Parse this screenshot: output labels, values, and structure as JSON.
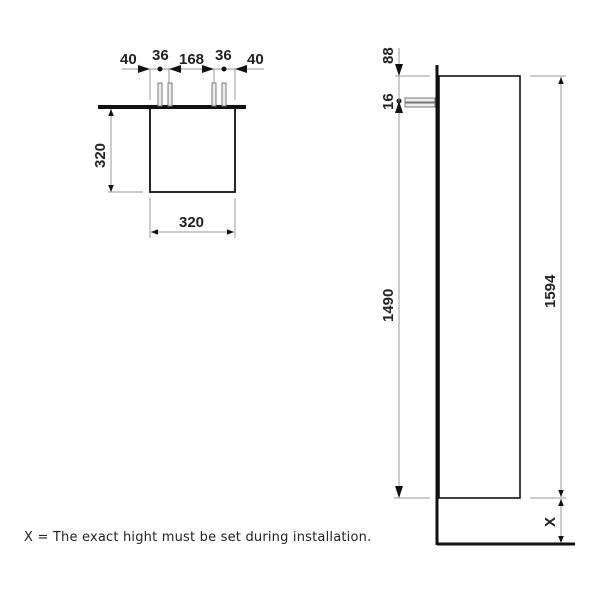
{
  "top_view": {
    "dims_top": [
      "40",
      "36",
      "168",
      "36",
      "40"
    ],
    "depth": "320",
    "width": "320"
  },
  "side_view": {
    "top_offset": "88",
    "fixing_gap": "16",
    "fixing_height": "1490",
    "total_height": "1594",
    "floor_gap": "X"
  },
  "note": "X = The exact hight must be set during installation.",
  "colors": {
    "line": "#111111",
    "dim_line": "#999999",
    "text": "#222222"
  }
}
